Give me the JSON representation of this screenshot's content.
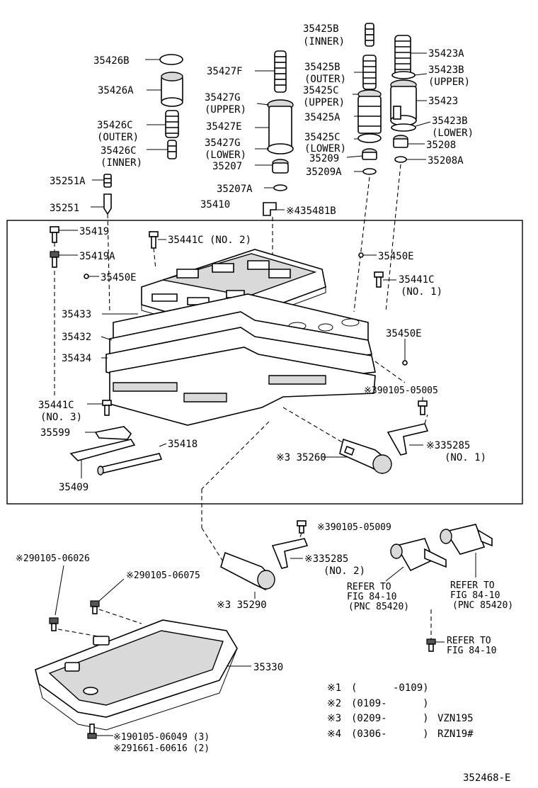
{
  "diagram_id": "352468-E",
  "labels": {
    "p35425B_inner": "35425B",
    "p35425B_inner_q": "(INNER)",
    "p35426B": "35426B",
    "p35427F": "35427F",
    "p35423A": "35423A",
    "p35425B_outer": "35425B",
    "p35425B_outer_q": "(OUTER)",
    "p35423B_upper": "35423B",
    "p35423B_upper_q": "(UPPER)",
    "p35426A": "35426A",
    "p35425C_upper": "35425C",
    "p35425C_upper_q": "(UPPER)",
    "p35427G_upper": "35427G",
    "p35427G_upper_q": "(UPPER)",
    "p35423": "35423",
    "p35425A": "35425A",
    "p35426C_outer": "35426C",
    "p35426C_outer_q": "(OUTER)",
    "p35427E": "35427E",
    "p35423B_lower": "35423B",
    "p35423B_lower_q": "(LOWER)",
    "p35425C_lower": "35425C",
    "p35425C_lower_q": "(LOWER)",
    "p35427G_lower": "35427G",
    "p35427G_lower_q": "(LOWER)",
    "p35208": "35208",
    "p35426C_inner": "35426C",
    "p35426C_inner_q": "(INNER)",
    "p35209": "35209",
    "p35207": "35207",
    "p35209A": "35209A",
    "p35208A": "35208A",
    "p35251A": "35251A",
    "p35207A": "35207A",
    "p35251": "35251",
    "p35410": "35410",
    "p35481B": "※435481B",
    "p35419": "35419",
    "p35441C_no2": "35441C (NO. 2)",
    "p35419A": "35419A",
    "p35450E_right": "35450E",
    "p35450E_left": "35450E",
    "p35441C_no1": "35441C",
    "p35441C_no1_q": "(NO. 1)",
    "p35433": "35433",
    "p35432": "35432",
    "p35450E_mid": "35450E",
    "p35434": "35434",
    "p90105_05005": "※390105-05005",
    "p35441C_no3": "35441C",
    "p35441C_no3_q": "(NO. 3)",
    "p35599": "35599",
    "p35285_no1": "※335285",
    "p35285_no1_q": "(NO. 1)",
    "p35418": "35418",
    "p35260": "※3 35260",
    "p35409": "35409",
    "p90105_05009": "※390105-05009",
    "p90105_06026": "※290105-06026",
    "p35285_no2": "※335285",
    "p35285_no2_q": "(NO. 2)",
    "p90105_06075": "※290105-06075",
    "refer_a1": "REFER TO",
    "refer_a2": "FIG 84-10",
    "refer_a3": "(PNC 85420)",
    "refer_b1": "REFER TO",
    "refer_b2": "FIG 84-10",
    "refer_b3": "(PNC 85420)",
    "p35290": "※3 35290",
    "refer_c1": "REFER TO",
    "refer_c2": "FIG 84-10",
    "p35330": "35330",
    "p90105_06049": "※190105-06049 (3)",
    "p91661_60616": "※291661-60616 (2)"
  },
  "legend": [
    {
      "mark": "※1",
      "range": "(      -0109)",
      "model": ""
    },
    {
      "mark": "※2",
      "range": "(0109-      )",
      "model": ""
    },
    {
      "mark": "※3",
      "range": "(0209-      )",
      "model": "VZN195"
    },
    {
      "mark": "※4",
      "range": "(0306-      )",
      "model": "RZN19#"
    }
  ]
}
